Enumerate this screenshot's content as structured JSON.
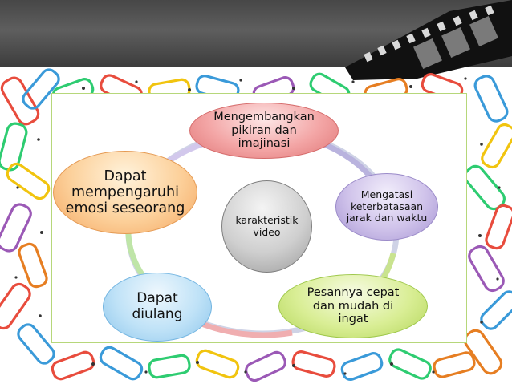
{
  "slide": {
    "center_label": "karakteristik video",
    "nodes": {
      "top": "Mengembangkan pikiran dan imajinasi",
      "right": "Mengatasi keterbatasaan jarak dan waktu",
      "bottom_right": "Pesannya cepat dan mudah di ingat",
      "bottom_left": "Dapat diulang",
      "left": "Dapat mempengaruhi emosi seseorang"
    },
    "colors": {
      "header": "#4a4a4a",
      "content_border": "#b6d77a",
      "top_node": "#f3a5a5",
      "right_node": "#cfc2ea",
      "bottom_right_node": "#d9ee95",
      "bottom_left_node": "#bfe2f7",
      "left_node": "#fcd09a",
      "center_node": "#cfcfcf"
    }
  }
}
